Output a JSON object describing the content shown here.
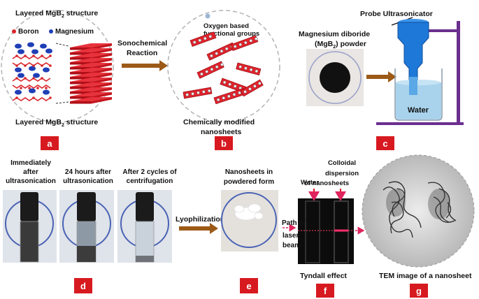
{
  "panel_a": {
    "title_line": "Layered MgB",
    "title_sub": "2",
    "title_suffix": " structure",
    "legend_boron": "Boron",
    "legend_magnesium": "Magnesium",
    "caption": "Layered MgB",
    "caption_sub": "2",
    "caption_suffix": " structure",
    "badge": "a",
    "colors": {
      "boron": "#d9262c",
      "magnesium": "#1f3fb6",
      "layer": "#d6121e"
    }
  },
  "arrow_sonochemical": {
    "line1": "Sonochemical",
    "line2": "Reaction"
  },
  "panel_b": {
    "top_line1": "Oxygen based",
    "top_line2": "functional groups",
    "caption_line1": "Chemically modified",
    "caption_line2": "nanosheets",
    "badge": "b"
  },
  "panel_c": {
    "instrument": "Probe Ultrasonicator",
    "powder_line1": "Magnesium diboride",
    "powder_line2": "(MgB",
    "powder_sub": "2",
    "powder_line2_end": ") powder",
    "liquid": "Water",
    "badge": "c",
    "colors": {
      "stand": "#6b2f8f",
      "probe": "#1e78d8",
      "water": "#a9d3ec"
    }
  },
  "panel_d": {
    "vial1_l1": "Immediately",
    "vial1_l2": "after",
    "vial1_l3": "ultrasonication",
    "vial2_l1": "24 hours after",
    "vial2_l2": "ultrasonication",
    "vial3_l1": "After 2 cycles of",
    "vial3_l2": "centrifugation",
    "badge": "d"
  },
  "arrow_lyophilization": {
    "label": "Lyophilization"
  },
  "panel_e": {
    "line1": "Nanosheets in",
    "line2": "powdered form",
    "badge": "e"
  },
  "panel_f": {
    "water": "Water",
    "colloid_l1": "Colloidal",
    "colloid_l2": "dispersion",
    "colloid_l3": "of nanosheets",
    "laser_l1": "Path of",
    "laser_l2": "laser",
    "laser_l3": "beam",
    "caption": "Tyndall effect",
    "badge": "f"
  },
  "panel_g": {
    "caption": "TEM image of a nanosheet",
    "badge": "g"
  },
  "colors": {
    "badge": "#d71a20",
    "arrow": "#9c5a17"
  }
}
